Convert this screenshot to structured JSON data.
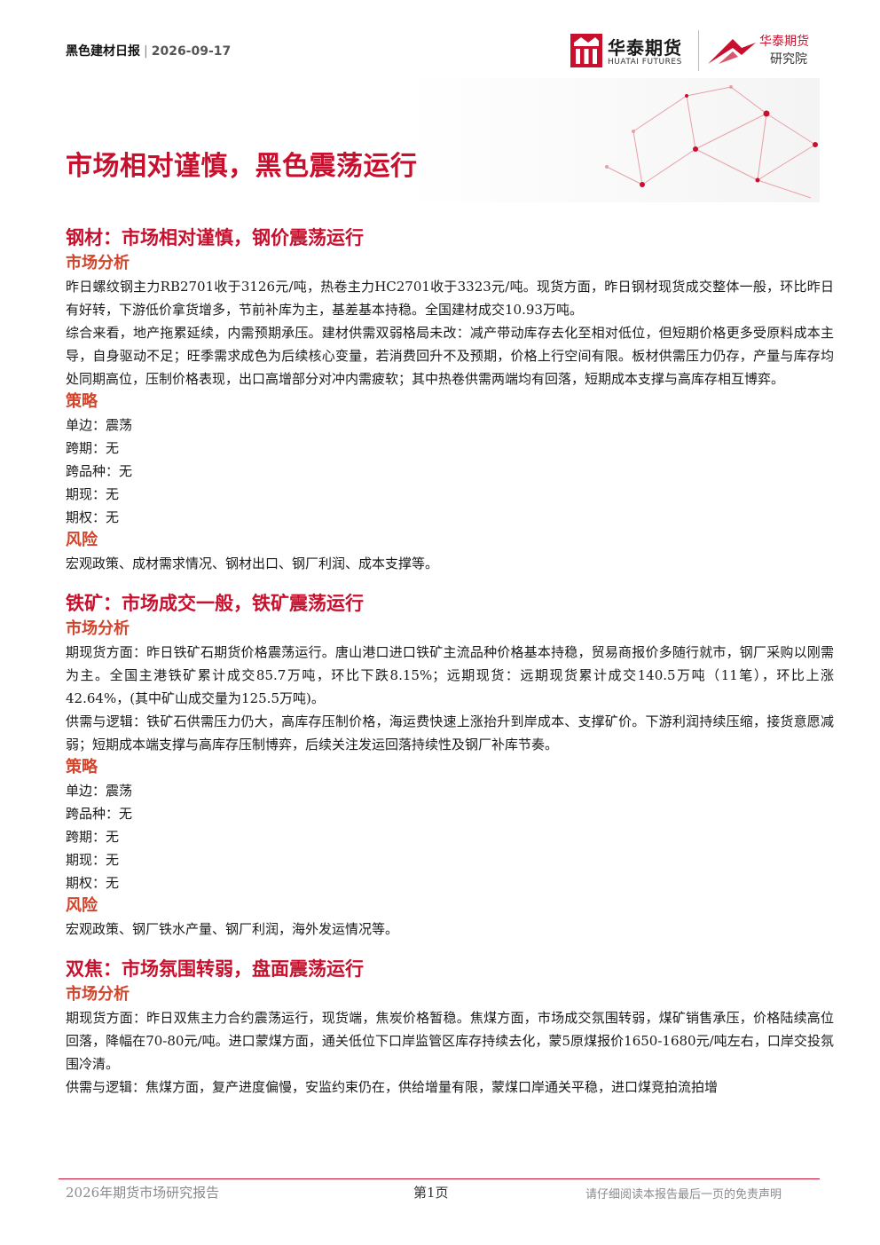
{
  "header": {
    "report_name": "黑色建材日报",
    "separator": "|",
    "date": "2026-09-17"
  },
  "brand": {
    "logo_cn": "华泰期货",
    "logo_en": "HUATAI FUTURES",
    "institute_top": "华泰期货",
    "institute_bottom": "研究院",
    "accent_color": "#c8102e"
  },
  "page_title": "市场相对谨慎，黑色震荡运行",
  "sections": [
    {
      "title": "钢材：市场相对谨慎，钢价震荡运行",
      "analysis_heading": "市场分析",
      "analysis": [
        "昨日螺纹钢主力RB2701收于3126元/吨，热卷主力HC2701收于3323元/吨。现货方面，昨日钢材现货成交整体一般，环比昨日有好转，下游低价拿货增多，节前补库为主，基差基本持稳。全国建材成交10.93万吨。",
        "综合来看，地产拖累延续，内需预期承压。建材供需双弱格局未改：减产带动库存去化至相对低位，但短期价格更多受原料成本主导，自身驱动不足；旺季需求成色为后续核心变量，若消费回升不及预期，价格上行空间有限。板材供需压力仍存，产量与库存均处同期高位，压制价格表现，出口高增部分对冲内需疲软；其中热卷供需两端均有回落，短期成本支撑与高库存相互博弈。"
      ],
      "strategy_heading": "策略",
      "strategy": [
        "单边：震荡",
        "跨期：无",
        "跨品种：无",
        "期现：无",
        "期权：无"
      ],
      "risk_heading": "风险",
      "risk": "宏观政策、成材需求情况、钢材出口、钢厂利润、成本支撑等。"
    },
    {
      "title": "铁矿：市场成交一般，铁矿震荡运行",
      "analysis_heading": "市场分析",
      "analysis": [
        "期现货方面：昨日铁矿石期货价格震荡运行。唐山港口进口铁矿主流品种价格基本持稳，贸易商报价多随行就市，钢厂采购以刚需为主。全国主港铁矿累计成交85.7万吨，环比下跌8.15%；远期现货：远期现货累计成交140.5万吨（11笔），环比上涨42.64%，(其中矿山成交量为125.5万吨)。",
        "供需与逻辑：铁矿石供需压力仍大，高库存压制价格，海运费快速上涨抬升到岸成本、支撑矿价。下游利润持续压缩，接货意愿减弱；短期成本端支撑与高库存压制博弈，后续关注发运回落持续性及钢厂补库节奏。"
      ],
      "strategy_heading": "策略",
      "strategy": [
        "单边：震荡",
        "跨品种：无",
        "跨期：无",
        "期现：无",
        "期权：无"
      ],
      "risk_heading": "风险",
      "risk": "宏观政策、钢厂铁水产量、钢厂利润，海外发运情况等。"
    },
    {
      "title": "双焦：市场氛围转弱，盘面震荡运行",
      "analysis_heading": "市场分析",
      "analysis": [
        "期现货方面：昨日双焦主力合约震荡运行，现货端，焦炭价格暂稳。焦煤方面，市场成交氛围转弱，煤矿销售承压，价格陆续高位回落，降幅在70-80元/吨。进口蒙煤方面，通关低位下口岸监管区库存持续去化，蒙5原煤报价1650-1680元/吨左右，口岸交投氛围冷清。",
        "供需与逻辑：焦煤方面，复产进度偏慢，安监约束仍在，供给增量有限，蒙煤口岸通关平稳，进口煤竞拍流拍增"
      ]
    }
  ],
  "footer": {
    "left": "2026年期货市场研究报告",
    "page": "第1页",
    "disclaimer": "请仔细阅读本报告最后一页的免责声明"
  }
}
